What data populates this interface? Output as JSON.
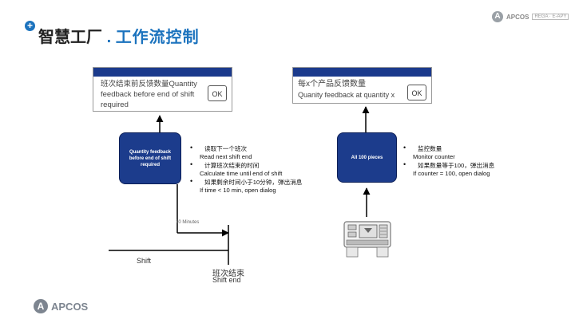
{
  "header": {
    "title_main": "智慧工厂",
    "title_dot": ".",
    "title_sub": "工作流控制",
    "logo_text": "APCOS",
    "logo_tag": "REGA · E-APY"
  },
  "dialog_left": {
    "text": "班次结束前反馈数量Quantity feedback before end of shift required",
    "ok_label": "OK"
  },
  "dialog_right": {
    "text_zh": "每x个产品反馈数量",
    "text_en": "Quanity feedback at quantity x",
    "ok_label": "OK"
  },
  "left_box": {
    "text": "Quantity feedback before end of shift required"
  },
  "right_box": {
    "text": "All 100 pieces"
  },
  "left_bullets": [
    {
      "zh": "读取下一个班次",
      "en": "Read  next shift end"
    },
    {
      "zh": "计算班次结束的时间",
      "en": "Calculate time  until end of shift"
    },
    {
      "zh": "如果剩余时间小于10分钟，弹出消息",
      "en": "If time < 10 min, open dialog"
    }
  ],
  "right_bullets": [
    {
      "zh": "监控数量",
      "en": "Monitor counter"
    },
    {
      "zh": "如果数量等于100，弹出消息",
      "en": "If counter = 100, open dialog"
    }
  ],
  "timeline": {
    "minutes_label": "10  Minutes",
    "shift_label": "Shift",
    "shift_end_zh": "班次结束",
    "shift_end_en": "Shift end"
  },
  "footer": {
    "logo_text": "APCOS"
  }
}
